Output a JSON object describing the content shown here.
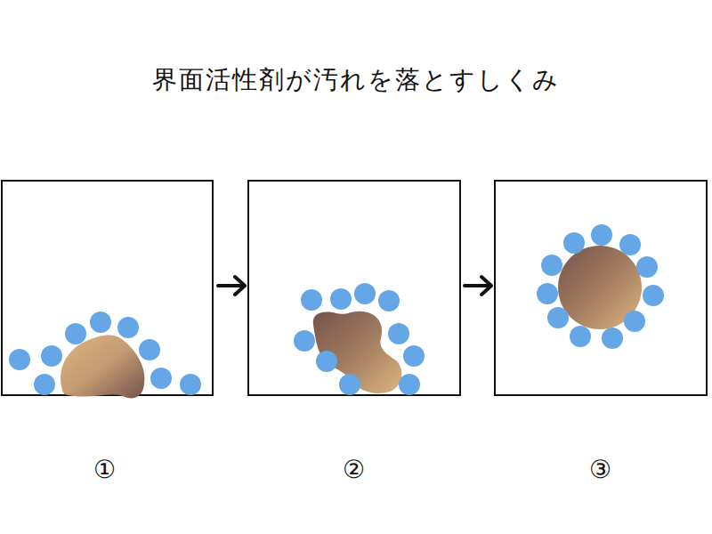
{
  "diagram": {
    "title": "界面活性剤が汚れを落とすしくみ",
    "labels": [
      "①",
      "②",
      "③"
    ]
  }
}
